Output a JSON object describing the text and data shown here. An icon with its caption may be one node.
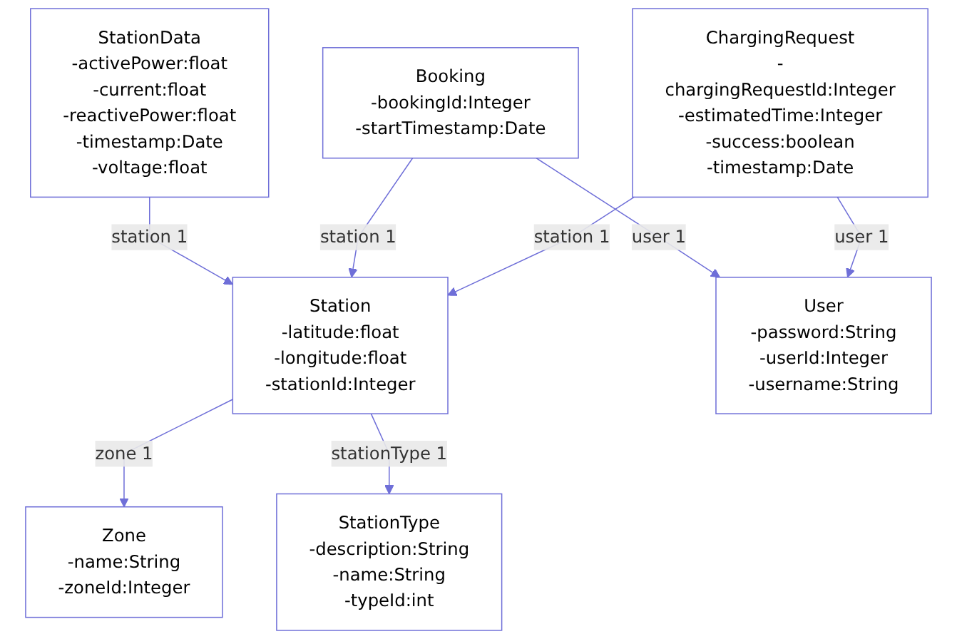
{
  "diagram": {
    "nodes": [
      {
        "text": [
          "Zone",
          "-name:String",
          "-zoneId:Integer"
        ]
      },
      {
        "text": [
          "StationData",
          "-activePower:float",
          "-current:float",
          "-reactivePower:float",
          "-timestamp:Date",
          "-voltage:float"
        ]
      },
      {
        "text": [
          "Station",
          "-latitude:float",
          "-longitude:float",
          "-stationId:Integer"
        ]
      },
      {
        "text": [
          "Booking",
          "-bookingId:Integer",
          "-startTimestamp:Date"
        ]
      },
      {
        "text": [
          "StationType",
          "-description:String",
          "-name:String",
          "-typeId:int"
        ]
      },
      {
        "text": [
          "ChargingRequest",
          "-chargingRequestId:Integer",
          "-estimatedTime:Integer",
          "-success:boolean",
          "-timestamp:Date"
        ]
      },
      {
        "text": [
          "User",
          "-password:String",
          "-userId:Integer",
          "-username:String"
        ]
      }
    ],
    "edges": [
      {
        "from": 2,
        "to": 0,
        "arrow": "to",
        "label": "zone 1"
      },
      {
        "from": 1,
        "to": 2,
        "arrow": "to",
        "label": "station 1"
      },
      {
        "from": 3,
        "to": 2,
        "arrow": "to",
        "label": "station 1"
      },
      {
        "from": 2,
        "to": 4,
        "arrow": "to",
        "label": "stationType 1"
      },
      {
        "from": 5,
        "to": 2,
        "arrow": "to",
        "label": "station 1"
      },
      {
        "from": 3,
        "to": 6,
        "arrow": "to",
        "label": "user 1"
      },
      {
        "from": 5,
        "to": 6,
        "arrow": "to",
        "label": "user 1"
      }
    ]
  }
}
